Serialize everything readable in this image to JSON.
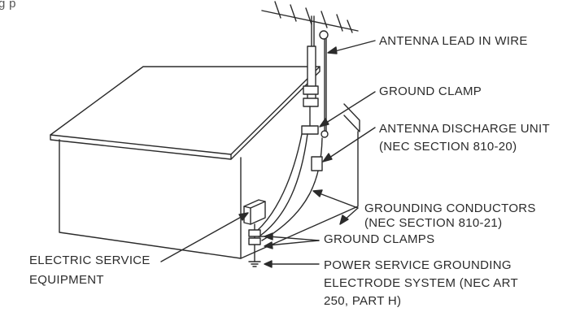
{
  "header_fragment": "g   p",
  "labels": {
    "antenna_lead_in_wire": "ANTENNA LEAD IN WIRE",
    "ground_clamp": "GROUND CLAMP",
    "antenna_discharge_unit": [
      "ANTENNA DISCHARGE UNIT",
      "(NEC SECTION 810-20)"
    ],
    "grounding_conductors": [
      "GROUNDING CONDUCTORS",
      "(NEC SECTION 810-21)"
    ],
    "ground_clamps": "GROUND CLAMPS",
    "electric_service_equipment": [
      "ELECTRIC SERVICE",
      "EQUIPMENT"
    ],
    "power_service_grounding": [
      "POWER SERVICE GROUNDING",
      "ELECTRODE SYSTEM (NEC ART",
      "250, PART H)"
    ]
  },
  "colors": {
    "line": "#2b2b2b",
    "text": "#2b2b2b",
    "background": "#ffffff"
  }
}
